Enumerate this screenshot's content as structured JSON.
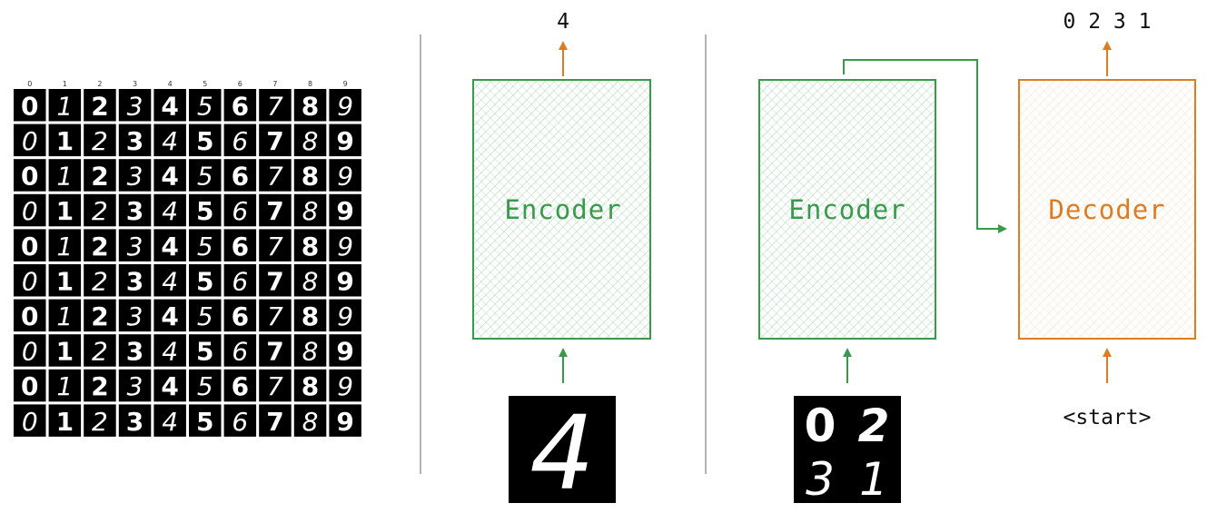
{
  "colors": {
    "encoder": "#3a9a4c",
    "decoder": "#dc7d24",
    "divider": "#9a9a9a",
    "text": "#111111"
  },
  "mnist_grid": {
    "column_labels": [
      "0",
      "1",
      "2",
      "3",
      "4",
      "5",
      "6",
      "7",
      "8",
      "9"
    ],
    "rows": 10,
    "digits": [
      "0",
      "1",
      "2",
      "3",
      "4",
      "5",
      "6",
      "7",
      "8",
      "9"
    ]
  },
  "panel_classifier": {
    "encoder_label": "Encoder",
    "output": "4",
    "input_digit": "4"
  },
  "panel_seq2seq": {
    "encoder_label": "Encoder",
    "decoder_label": "Decoder",
    "output": "0 2 3 1",
    "decoder_input": "<start>",
    "input_digits": [
      "0",
      "2",
      "3",
      "1"
    ]
  }
}
